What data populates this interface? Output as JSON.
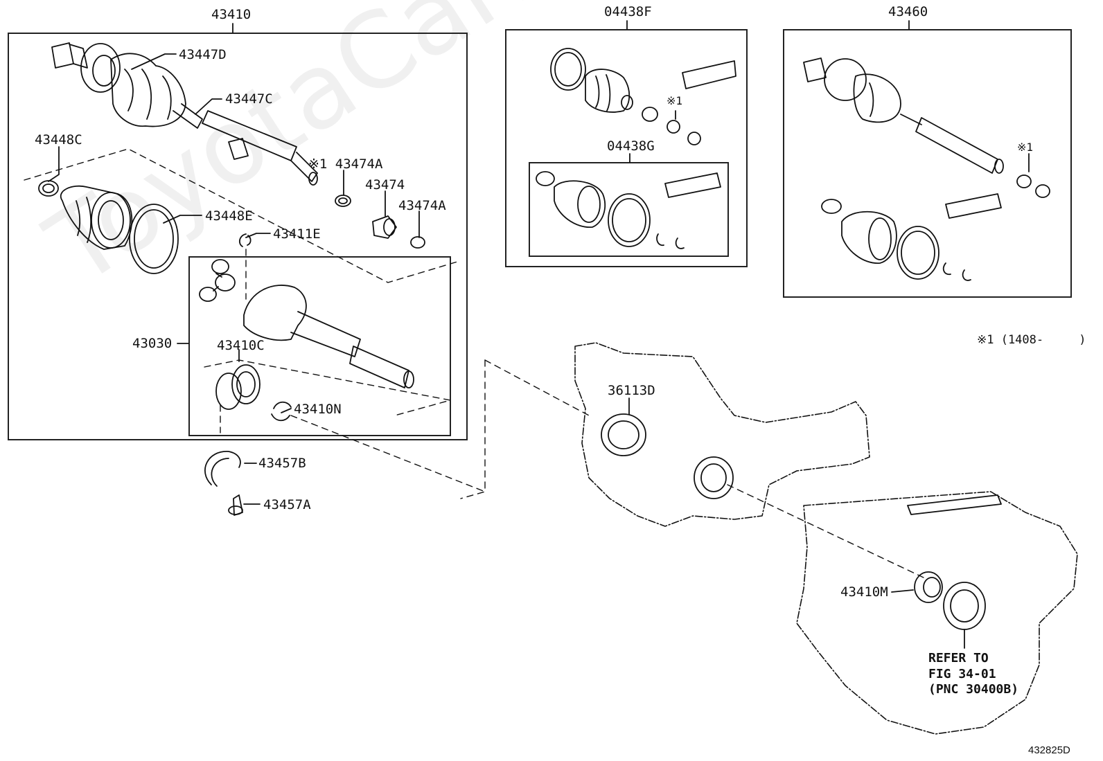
{
  "watermark": "ToyotaCarMine.ru",
  "figure_id": "432825D",
  "boxes": {
    "left_assembly": "43410",
    "boot_kit": "04438F",
    "boot_kit_inner": "04438G",
    "right_assembly": "43460",
    "inner_joint": "43030"
  },
  "labels": {
    "p43447D": "43447D",
    "p43447C": "43447C",
    "p43448C": "43448C",
    "p43474A_1": "※1 43474A",
    "p43474": "43474",
    "p43474A_2": "43474A",
    "p43448E": "43448E",
    "p43411E": "43411E",
    "p43410C": "43410C",
    "p43410N": "43410N",
    "p43457B": "43457B",
    "p43457A": "43457A",
    "p36113D": "36113D",
    "p43410M": "43410M",
    "mark1_kit": "※1",
    "mark1_right": "※1"
  },
  "footnote": "※1 (1408-     )",
  "refer_note": "REFER TO\nFIG 34-01\n(PNC 30400B)"
}
